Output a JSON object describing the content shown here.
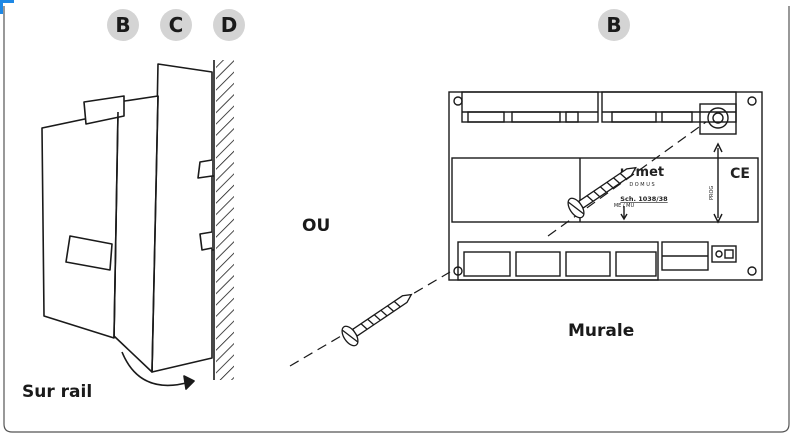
{
  "badges": {
    "left": [
      "B",
      "C",
      "D"
    ],
    "right": "B"
  },
  "labels": {
    "rail": "Sur rail",
    "or": "OU",
    "wall": "Murale"
  },
  "device": {
    "brand": "urmet",
    "brand_sub": "D O M U S",
    "model": "Sch. 1038/38",
    "me_mu": "ME / MU",
    "prog": "PROG",
    "ce": "CE"
  },
  "colors": {
    "accent": "#1e88e5",
    "badge_fill": "#d4d4d4",
    "ink": "#1a1a1a"
  }
}
